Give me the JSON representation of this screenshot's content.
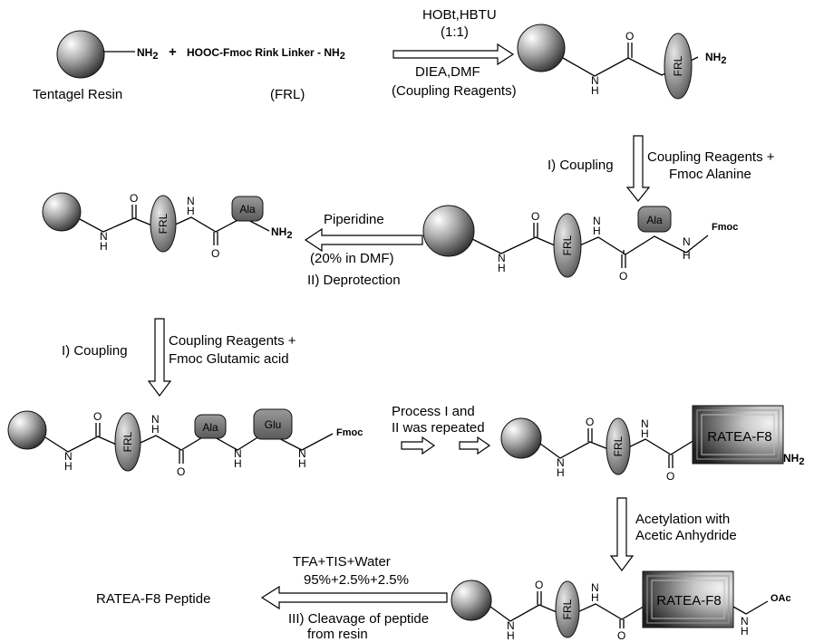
{
  "step1": {
    "resin_label": "Tentagel Resin",
    "nh2": "NH",
    "sub2": "2",
    "plus": "+",
    "linker_text": "HOOC-Fmoc Rink Linker - NH",
    "linker_abbrev": "(FRL)",
    "reagents_top": "HOBt,HBTU",
    "ratio": "(1:1)",
    "reagents_bottom": "DIEA,DMF",
    "reagents_note": "(Coupling Reagents)"
  },
  "atoms": {
    "O": "O",
    "N": "N",
    "H": "H",
    "NH": "NH",
    "sub2": "2",
    "fmoc": "Fmoc",
    "oac": "OAc"
  },
  "units": {
    "frl": "FRL",
    "ala": "Ala",
    "glu": "Glu",
    "ratea": "RATEA-F8"
  },
  "step2": {
    "label": "I) Coupling",
    "reagents_line1": "Coupling Reagents +",
    "reagents_line2": "Fmoc Alanine"
  },
  "step3": {
    "reagent": "Piperidine",
    "conditions": "(20% in DMF)",
    "label": "II) Deprotection"
  },
  "step4": {
    "label": "I) Coupling",
    "reagents_line1": "Coupling Reagents +",
    "reagents_line2": "Fmoc Glutamic acid"
  },
  "step5": {
    "line1": "Process I and",
    "line2": "II was repeated"
  },
  "step6": {
    "line1": "Acetylation with",
    "line2": "Acetic Anhydride"
  },
  "step7": {
    "reagents": "TFA+TIS+Water",
    "ratio": "95%+2.5%+2.5%",
    "label_line1": "III) Cleavage of peptide",
    "label_line2": "from resin",
    "product": "RATEA-F8 Peptide"
  }
}
